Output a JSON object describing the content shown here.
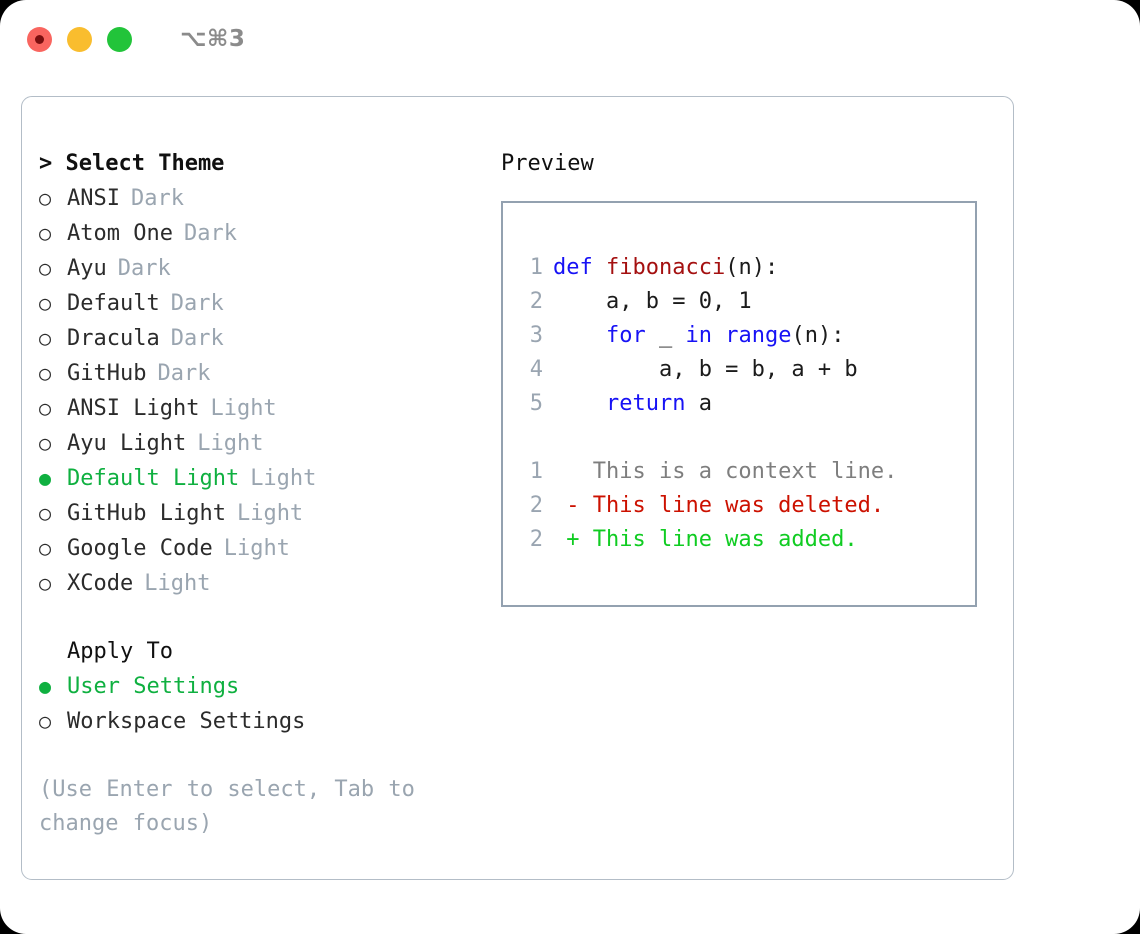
{
  "window": {
    "shortcut_label": "⌥⌘3",
    "traffic_lights": [
      {
        "name": "close",
        "color": "#f9655f"
      },
      {
        "name": "minimize",
        "color": "#f9bd2e"
      },
      {
        "name": "zoom",
        "color": "#22c43a"
      }
    ]
  },
  "theme_list": {
    "heading": "> Select Theme",
    "selected_bullet": "●",
    "unselected_bullet": "○",
    "items": [
      {
        "name": "ANSI",
        "tag": "Dark",
        "selected": false
      },
      {
        "name": "Atom One",
        "tag": "Dark",
        "selected": false
      },
      {
        "name": "Ayu",
        "tag": "Dark",
        "selected": false
      },
      {
        "name": "Default",
        "tag": "Dark",
        "selected": false
      },
      {
        "name": "Dracula",
        "tag": "Dark",
        "selected": false
      },
      {
        "name": "GitHub",
        "tag": "Dark",
        "selected": false
      },
      {
        "name": "ANSI Light",
        "tag": "Light",
        "selected": false
      },
      {
        "name": "Ayu Light",
        "tag": "Light",
        "selected": false
      },
      {
        "name": "Default Light",
        "tag": "Light",
        "selected": true
      },
      {
        "name": "GitHub Light",
        "tag": "Light",
        "selected": false
      },
      {
        "name": "Google Code",
        "tag": "Light",
        "selected": false
      },
      {
        "name": "XCode",
        "tag": "Light",
        "selected": false
      }
    ]
  },
  "apply_to": {
    "heading": "Apply To",
    "items": [
      {
        "name": "User Settings",
        "selected": true
      },
      {
        "name": "Workspace Settings",
        "selected": false
      }
    ]
  },
  "hint": "(Use Enter to select, Tab to change focus)",
  "preview": {
    "label": "Preview",
    "code_lines": [
      {
        "no": "1",
        "tokens": [
          {
            "t": "def ",
            "c": "kw"
          },
          {
            "t": "fibonacci",
            "c": "fn"
          },
          {
            "t": "(n):",
            "c": "pl"
          }
        ]
      },
      {
        "no": "2",
        "tokens": [
          {
            "t": "    a, b = 0, 1",
            "c": "pl"
          }
        ]
      },
      {
        "no": "3",
        "tokens": [
          {
            "t": "    ",
            "c": "pl"
          },
          {
            "t": "for",
            "c": "kw"
          },
          {
            "t": " _ ",
            "c": "pl"
          },
          {
            "t": "in range",
            "c": "kw"
          },
          {
            "t": "(n):",
            "c": "pl"
          }
        ]
      },
      {
        "no": "4",
        "tokens": [
          {
            "t": "        a, b = b, a + b",
            "c": "pl"
          }
        ]
      },
      {
        "no": "5",
        "tokens": [
          {
            "t": "    ",
            "c": "pl"
          },
          {
            "t": "return",
            "c": "kw"
          },
          {
            "t": " a",
            "c": "pl"
          }
        ]
      }
    ],
    "diff_lines": [
      {
        "no": "1",
        "tokens": [
          {
            "t": "   This is a context line.",
            "c": "ctx"
          }
        ]
      },
      {
        "no": "2",
        "tokens": [
          {
            "t": " - This line was deleted.",
            "c": "del"
          }
        ]
      },
      {
        "no": "2",
        "tokens": [
          {
            "t": " + This line was added.",
            "c": "add"
          }
        ]
      }
    ]
  },
  "colors": {
    "accent_green": "#0fb040",
    "keyword_blue": "#1712f5",
    "function_red": "#a41010",
    "diff_deleted": "#cc1100",
    "diff_added": "#10cc22",
    "muted_gray": "#9aa5b0",
    "border": "#b3bdc7"
  }
}
